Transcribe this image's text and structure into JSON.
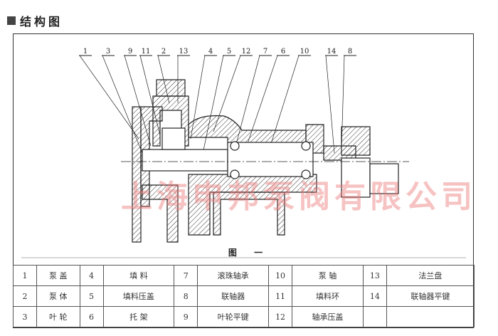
{
  "header": {
    "title": "结构图"
  },
  "figure": {
    "caption": "图 一",
    "callouts": [
      "1",
      "3",
      "9",
      "11",
      "2",
      "13",
      "4",
      "5",
      "12",
      "7",
      "6",
      "10",
      "14",
      "8"
    ],
    "watermark": "上海申邦泵阀有限公司"
  },
  "parts": [
    [
      {
        "no": "1",
        "name": "泵 盖"
      },
      {
        "no": "4",
        "name": "填 料"
      },
      {
        "no": "7",
        "name": "滚珠轴承"
      },
      {
        "no": "10",
        "name": "泵 轴"
      },
      {
        "no": "13",
        "name": "法兰盘"
      }
    ],
    [
      {
        "no": "2",
        "name": "泵 体"
      },
      {
        "no": "5",
        "name": "填料压盖"
      },
      {
        "no": "8",
        "name": "联轴器"
      },
      {
        "no": "11",
        "name": "填料环"
      },
      {
        "no": "14",
        "name": "联轴器平键"
      }
    ],
    [
      {
        "no": "3",
        "name": "叶 轮"
      },
      {
        "no": "6",
        "name": "托 架"
      },
      {
        "no": "9",
        "name": "叶轮平键"
      },
      {
        "no": "12",
        "name": "轴承压盖"
      },
      {
        "no": "",
        "name": ""
      }
    ]
  ]
}
